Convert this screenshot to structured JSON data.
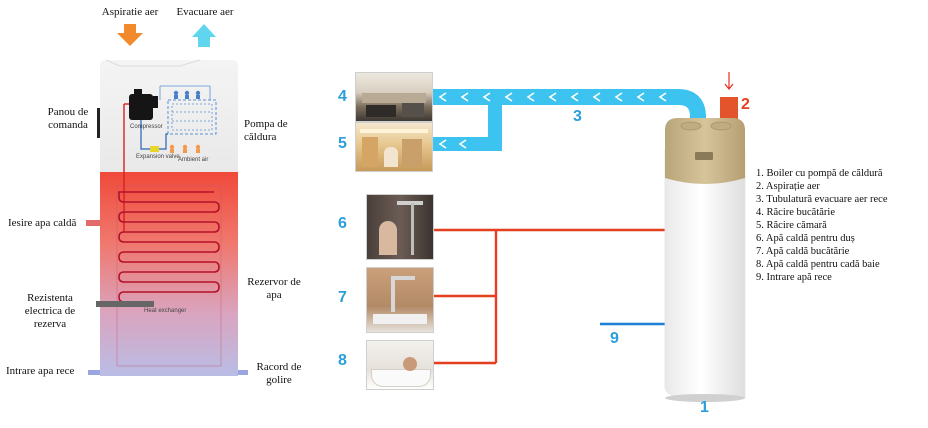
{
  "left_labels": {
    "intake_air": "Aspiratie aer",
    "exhaust_air": "Evacuare aer",
    "control_panel": "Panou de comanda",
    "heat_pump": "Pompa de căldura",
    "hot_water_out": "Iesire apa caldă",
    "backup_heater": "Rezistenta electrica de rezerva",
    "cold_water_in": "Intrare apa rece",
    "tank": "Rezervor de apa",
    "drain": "Racord de golire"
  },
  "unit_small_labels": {
    "compressor": "Compressor",
    "expansion_valve": "Expansion valve",
    "ambient_air": "Ambient air",
    "heat_exchanger": "Heat exchanger"
  },
  "numbers": {
    "n1": "1",
    "n2": "2",
    "n3": "3",
    "n4": "4",
    "n5": "5",
    "n6": "6",
    "n7": "7",
    "n8": "8",
    "n9": "9"
  },
  "legend": [
    "1. Boiler cu pompă de căldură",
    "2. Aspirație aer",
    "3. Tubulatură evacuare aer rece",
    "4. Răcire bucătărie",
    "5. Răcire cămară",
    "6. Apă caldă pentru duș",
    "7. Apă caldă bucătărie",
    "8. Apă caldă pentru cadă baie",
    "9. Intrare apă rece"
  ],
  "colors": {
    "cold_duct": "#3cc3f0",
    "hot_pipe": "#e4401f",
    "cold_pipe": "#1e7fd6",
    "number_blue": "#2a9fdc",
    "boiler_cap": "#c9b48a"
  },
  "icons": {
    "intake_arrow": "orange-down-arrow-icon",
    "exhaust_arrow": "cyan-up-arrow-icon",
    "intake_marker": "red-down-arrow-icon"
  }
}
